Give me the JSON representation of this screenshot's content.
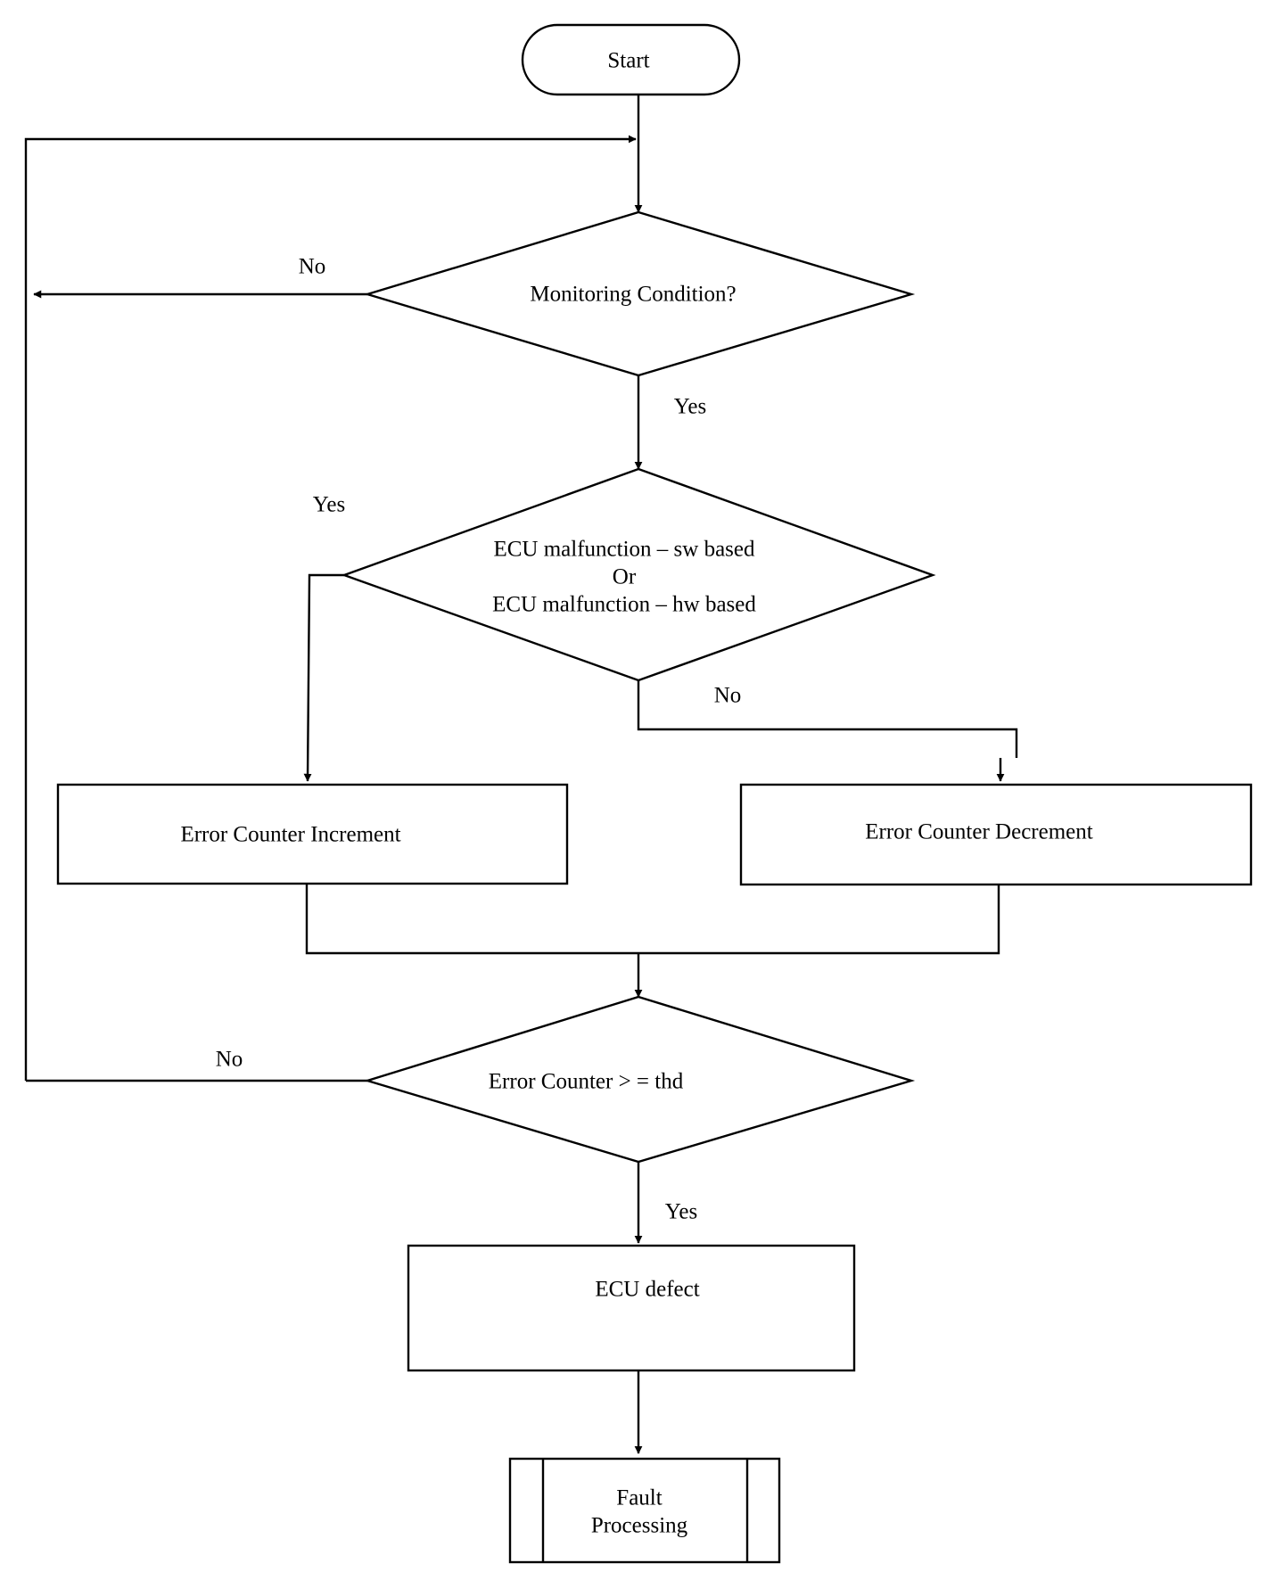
{
  "nodes": {
    "start": "Start",
    "monitoring": "Monitoring Condition?",
    "malfunction": [
      "ECU malfunction – sw based",
      "Or",
      "ECU malfunction – hw based"
    ],
    "increment": "Error Counter Increment",
    "decrement": "Error Counter Decrement",
    "threshold": "Error Counter > = thd",
    "defect": "ECU defect",
    "fault": [
      "Fault",
      "Processing"
    ]
  },
  "edges": {
    "monitoring_no": "No",
    "monitoring_yes": "Yes",
    "malfunction_yes": "Yes",
    "malfunction_no": "No",
    "threshold_no": "No",
    "threshold_yes": "Yes"
  }
}
